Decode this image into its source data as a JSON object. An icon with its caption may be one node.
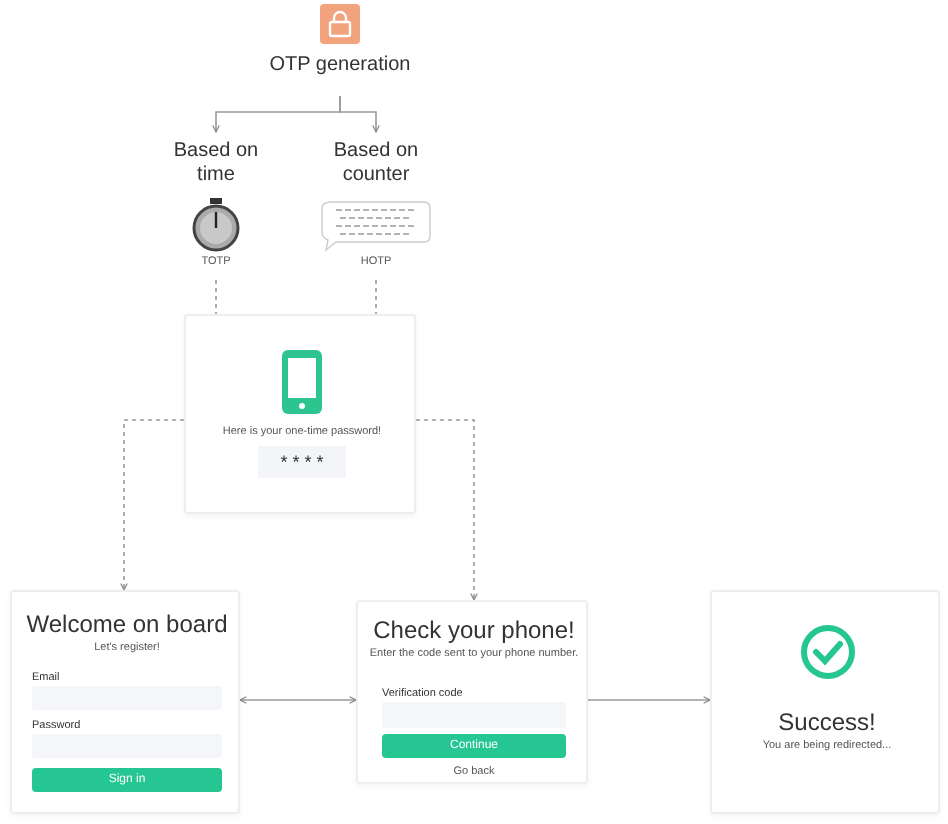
{
  "diagram": {
    "nodes": [
      {
        "text": [
          "OTP generation"
        ]
      },
      {
        "text": [
          "Based on time",
          "TOTP"
        ]
      },
      {
        "text": [
          "Based on counter",
          "HOTP"
        ]
      },
      {
        "text": [
          "Here is your one-time password!",
          "* * * *"
        ]
      },
      {
        "text": [
          "Welcome on board",
          "Let's register!",
          "Email",
          "Password",
          "Sign in"
        ]
      },
      {
        "text": [
          "Check your phone!",
          "Enter the code sent to your phone number.",
          "Verification code",
          "Continue",
          "Go back"
        ]
      },
      {
        "text": [
          "Success!",
          "You are being redirected..."
        ]
      }
    ],
    "edges": [
      {
        "from": 0,
        "to": 1,
        "arrow": "to"
      },
      {
        "from": 0,
        "to": 2,
        "arrow": "to"
      },
      {
        "from": 1,
        "to": 3,
        "arrow": "none",
        "style": "dashed"
      },
      {
        "from": 2,
        "to": 3,
        "arrow": "none",
        "style": "dashed"
      },
      {
        "from": 3,
        "to": 4,
        "arrow": "to",
        "style": "dashed"
      },
      {
        "from": 3,
        "to": 5,
        "arrow": "to",
        "style": "dashed"
      },
      {
        "from": 4,
        "to": 5,
        "arrow": "both"
      },
      {
        "from": 5,
        "to": 6,
        "arrow": "to"
      }
    ]
  }
}
